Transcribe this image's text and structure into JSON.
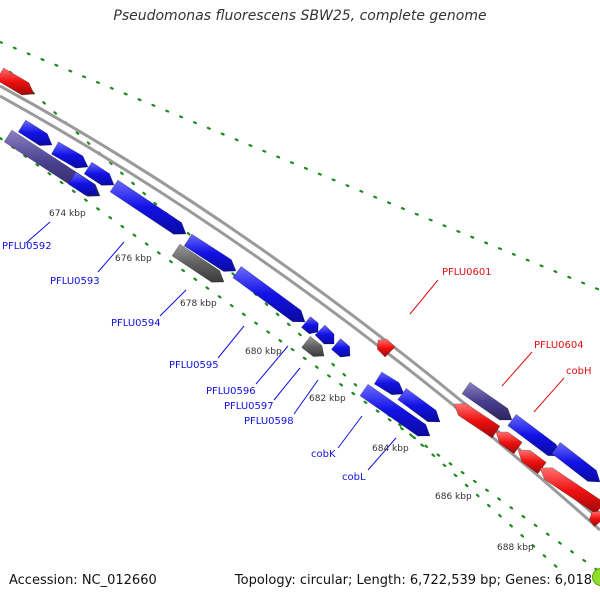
{
  "title": "Pseudomonas fluorescens SBW25, complete genome",
  "footer": {
    "accession": "Accession: NC_012660",
    "summary": "Topology: circular; Length: 6,722,539 bp; Genes: 6,018"
  },
  "colors": {
    "forward_gene": "#1010e0",
    "reverse_gene": "#e01010",
    "pseudo_gene": "#505050",
    "rna_gene": "#4a3f8f",
    "backbone": "#9a9a9a",
    "tick": "#1e8a1e"
  },
  "ticks": [
    "674 kbp",
    "676 kbp",
    "678 kbp",
    "680 kbp",
    "682 kbp",
    "684 kbp",
    "686 kbp",
    "688 kbp"
  ],
  "gene_labels": [
    {
      "text": "PFLU0592",
      "strand": "forward"
    },
    {
      "text": "PFLU0593",
      "strand": "forward"
    },
    {
      "text": "PFLU0594",
      "strand": "forward"
    },
    {
      "text": "PFLU0595",
      "strand": "forward"
    },
    {
      "text": "PFLU0596",
      "strand": "forward"
    },
    {
      "text": "PFLU0597",
      "strand": "forward"
    },
    {
      "text": "PFLU0598",
      "strand": "forward"
    },
    {
      "text": "cobK",
      "strand": "forward"
    },
    {
      "text": "cobL",
      "strand": "forward"
    },
    {
      "text": "PFLU0601",
      "strand": "reverse"
    },
    {
      "text": "PFLU0604",
      "strand": "reverse"
    },
    {
      "text": "cobH",
      "strand": "reverse"
    }
  ]
}
